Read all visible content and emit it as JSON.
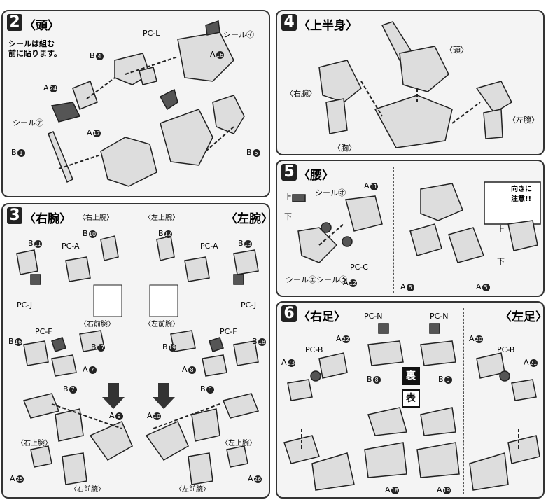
{
  "panel2": {
    "num": "2",
    "title": "〈頭〉",
    "note_l1": "シールは組む",
    "note_l2": "前に貼ります。",
    "labels": {
      "pcl": "PC-L",
      "seal_i": "シール㋑",
      "a16": "A",
      "a16n": "16",
      "b4": "B",
      "b4n": "4",
      "a24": "A",
      "a24n": "24",
      "seal_a": "シール㋐",
      "a17": "A",
      "a17n": "17",
      "b1": "B",
      "b1n": "1",
      "b5": "B",
      "b5n": "5"
    }
  },
  "panel4": {
    "num": "4",
    "title": "〈上半身〉",
    "head": "〈頭〉",
    "right_arm": "〈右腕〉",
    "left_arm": "〈左腕〉",
    "chest": "〈胸〉"
  },
  "panel5": {
    "num": "5",
    "title": "〈腰〉",
    "seal_o": "シール㋔",
    "seal_e": "シール㋓",
    "seal_u": "シール㋒",
    "pcc": "PC-C",
    "up": "上",
    "down": "下",
    "a11": "A",
    "a11n": "11",
    "a12": "A",
    "a12n": "12",
    "a6": "A",
    "a6n": "6",
    "a5": "A",
    "a5n": "5",
    "note_l1": "向きに",
    "note_l2": "注意!!",
    "note_up": "上",
    "note_down": "下"
  },
  "panel3": {
    "num": "3",
    "title": "〈右腕〉",
    "left_title": "〈左腕〉",
    "r_upper": "〈右上腕〉",
    "l_upper": "〈左上腕〉",
    "r_fore": "〈右前腕〉",
    "l_fore": "〈左前腕〉",
    "b10": "B",
    "b10n": "10",
    "b12": "B",
    "b12n": "12",
    "b11": "B",
    "b11n": "11",
    "b13": "B",
    "b13n": "13",
    "pca": "PC-A",
    "pca2": "PC-A",
    "pcj": "PC-J",
    "pcj2": "PC-J",
    "pcf": "PC-F",
    "pcf2": "PC-F",
    "b16": "B",
    "b16n": "16",
    "b17": "B",
    "b17n": "17",
    "b19": "B",
    "b19n": "19",
    "b18": "B",
    "b18n": "18",
    "a7": "A",
    "a7n": "7",
    "a8": "A",
    "a8n": "8",
    "b7": "B",
    "b7n": "7",
    "b6": "B",
    "b6n": "6",
    "a9": "A",
    "a9n": "9",
    "a10": "A",
    "a10n": "10",
    "a25": "A",
    "a25n": "25",
    "a26": "A",
    "a26n": "26",
    "r_upper2": "〈右上腕〉",
    "l_upper2": "〈左上腕〉",
    "r_fore2": "〈右前腕〉",
    "l_fore2": "〈左前腕〉"
  },
  "panel6": {
    "num": "6",
    "title": "〈右足〉",
    "left_title": "〈左足〉",
    "pcn": "PC-N",
    "pcn2": "PC-N",
    "pcb": "PC-B",
    "pcb2": "PC-B",
    "ura": "裏",
    "omote": "表",
    "a22": "A",
    "a22n": "22",
    "a23": "A",
    "a23n": "23",
    "a20": "A",
    "a20n": "20",
    "a21": "A",
    "a21n": "21",
    "b8": "B",
    "b8n": "8",
    "b9": "B",
    "b9n": "9",
    "a18": "A",
    "a18n": "18",
    "a19": "A",
    "a19n": "19"
  }
}
